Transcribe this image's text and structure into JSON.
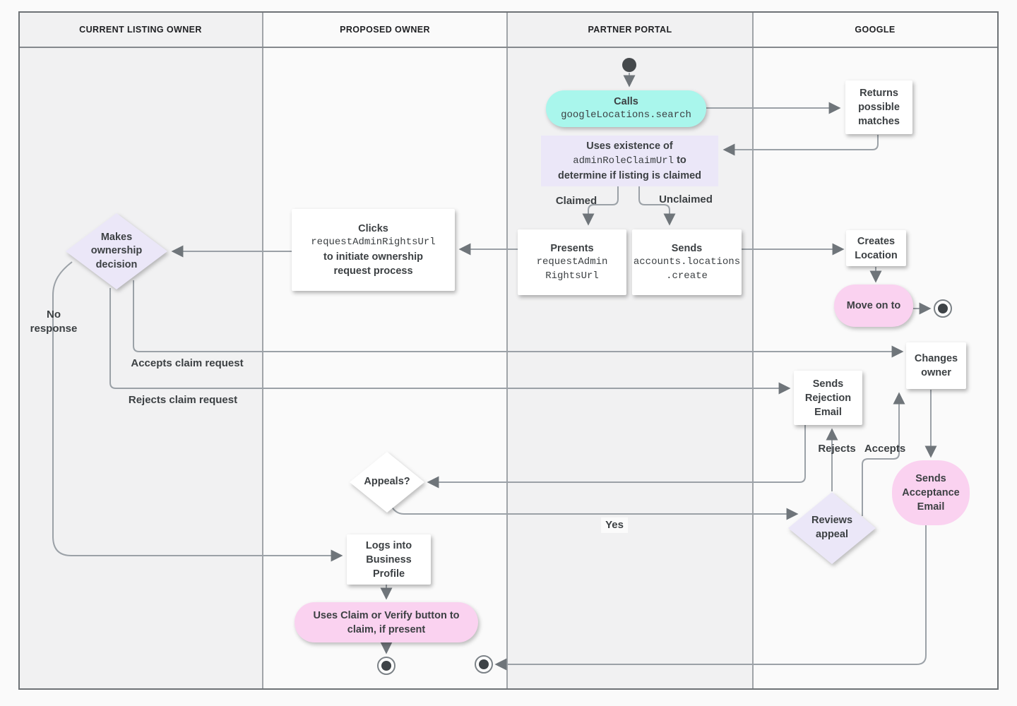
{
  "lanes": [
    {
      "label": "CURRENT LISTING OWNER"
    },
    {
      "label": "PROPOSED OWNER"
    },
    {
      "label": "PARTNER PORTAL"
    },
    {
      "label": "GOOGLE"
    }
  ],
  "colors": {
    "lane_gray": "#f1f1f2",
    "lane_white": "#fafafa",
    "teal_node": "#a9f6ec",
    "lavender_node": "#ebe7f8",
    "pink_node": "#fad2f0",
    "wire": "#9ba1a7",
    "arrowhead": "#6f757a",
    "text": "#3c4043"
  },
  "nodes": {
    "calls": {
      "title": "Calls",
      "code": "googleLocations.search"
    },
    "returns": {
      "text": "Returns possible matches"
    },
    "uses": {
      "bold1": "Uses existence of",
      "code": "adminRoleClaimUrl",
      "bold2": " to",
      "bold3": "determine if listing is claimed"
    },
    "presents": {
      "bold": "Presents",
      "code1": "requestAdmin",
      "code2": "RightsUrl"
    },
    "sends_create": {
      "bold": "Sends",
      "code1": "accounts.locations",
      "code2": ".create"
    },
    "clicks": {
      "bold1": "Clicks",
      "code": "requestAdminRightsUrl",
      "bold2": "to initiate ownership",
      "bold3": "request process"
    },
    "ownership_decision": {
      "text": "Makes ownership decision"
    },
    "creates_location": {
      "text": "Creates Location"
    },
    "move_on": {
      "text": "Move on to"
    },
    "changes_owner": {
      "text": "Changes owner"
    },
    "sends_rejection": {
      "text": "Sends Rejection Email"
    },
    "appeals": {
      "text": "Appeals?"
    },
    "reviews_appeal": {
      "text": "Reviews appeal"
    },
    "sends_acceptance": {
      "text": "Sends Acceptance Email"
    },
    "logs_into": {
      "text": "Logs into Business Profile"
    },
    "claim_verify": {
      "text": "Uses Claim or Verify button to claim, if present"
    }
  },
  "edge_labels": {
    "claimed": "Claimed",
    "unclaimed": "Unclaimed",
    "no_response": "No\nresponse",
    "accepts_claim": "Accepts claim request",
    "rejects_claim": "Rejects claim request",
    "yes": "Yes",
    "rejects": "Rejects",
    "accepts": "Accepts"
  }
}
